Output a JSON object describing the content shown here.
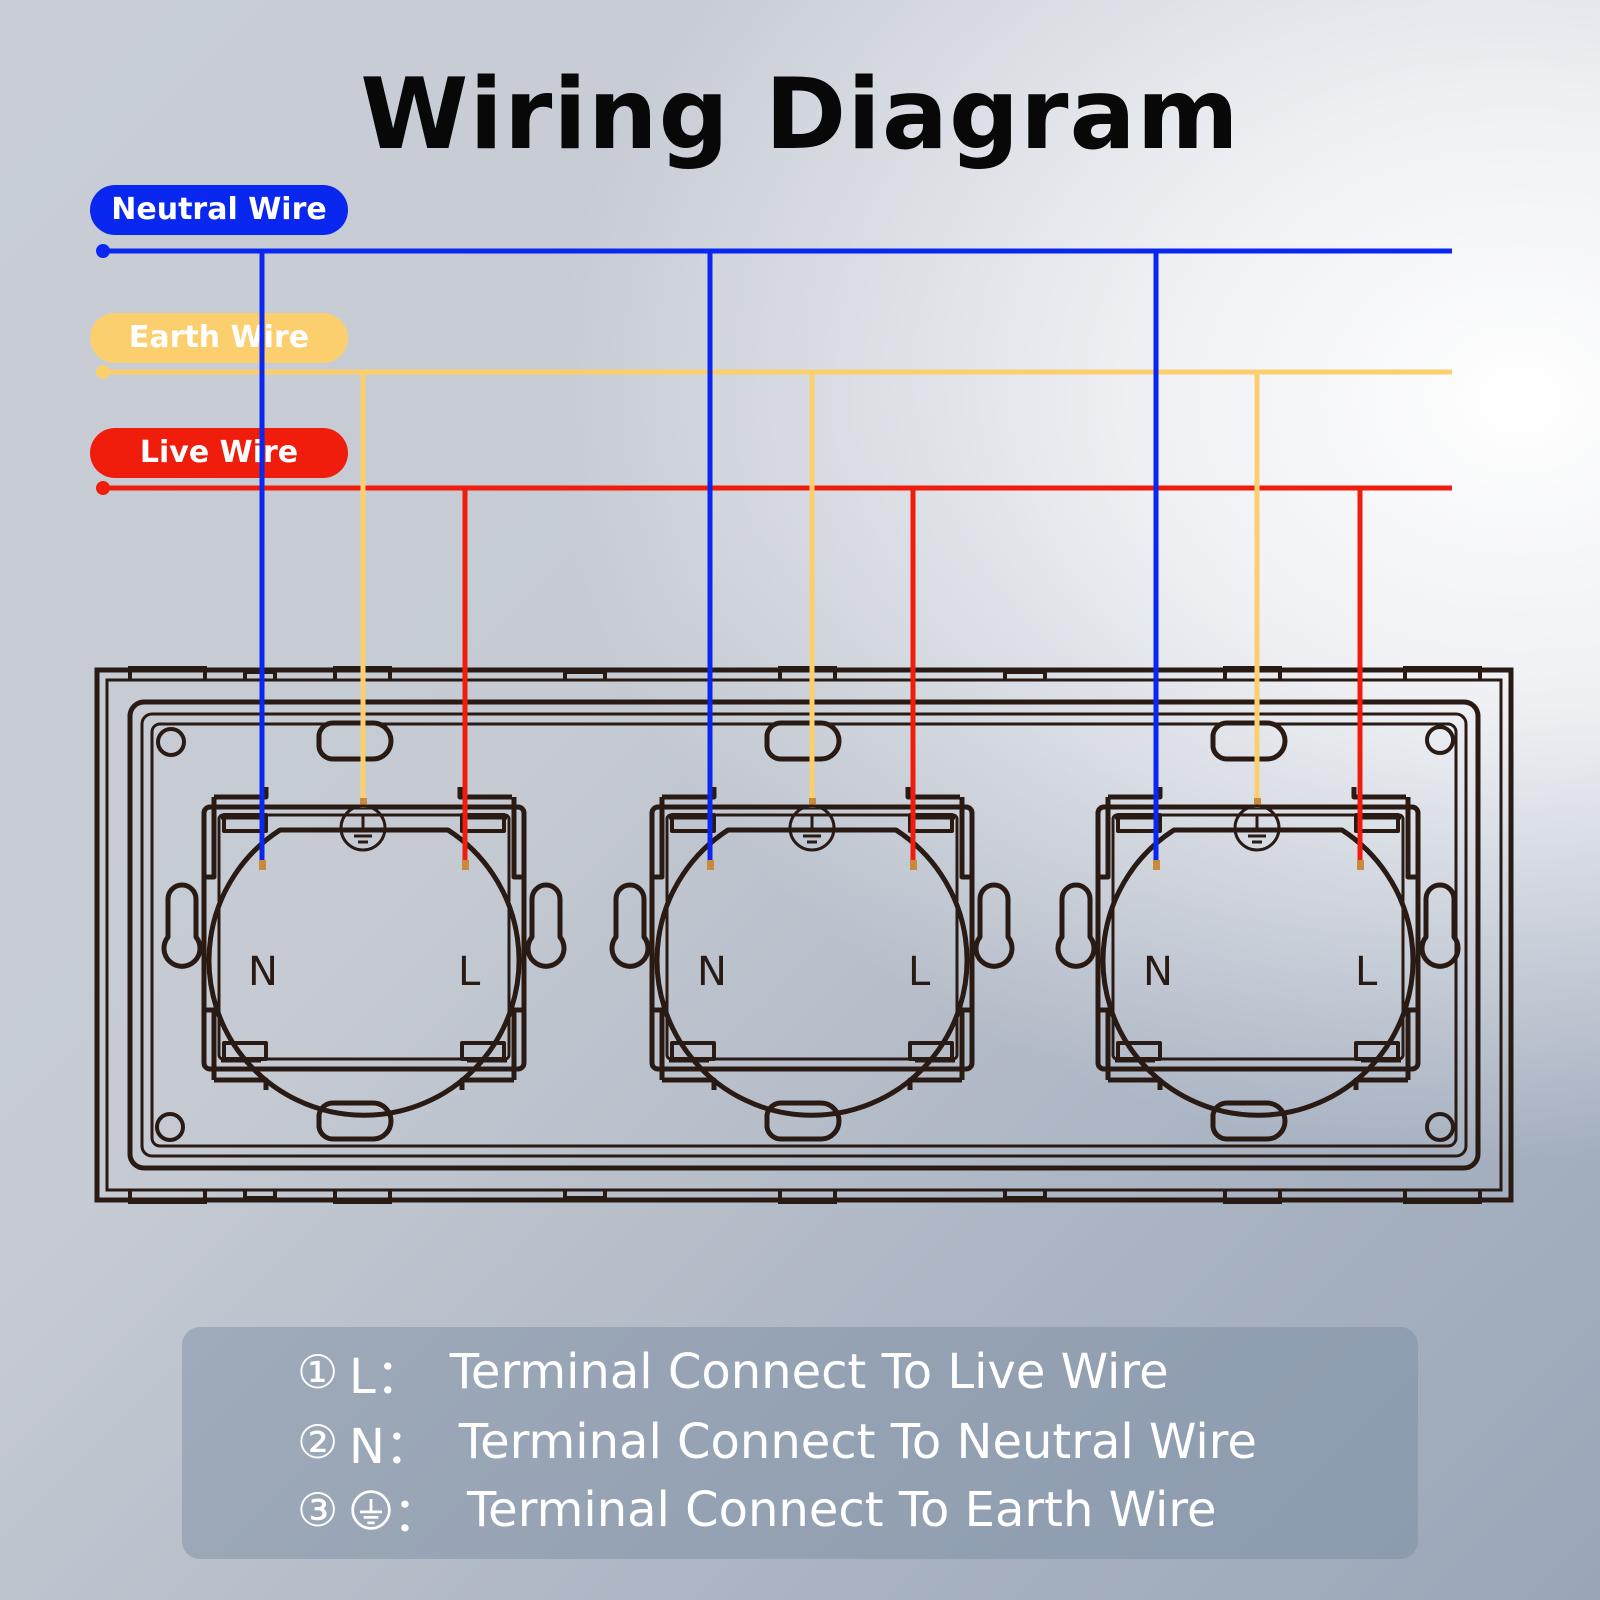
{
  "title": "Wiring Diagram",
  "legend": {
    "neutral": {
      "label": "Neutral Wire",
      "color": "#0a27f0"
    },
    "earth": {
      "label": "Earth Wire",
      "color": "#fccf6e"
    },
    "live": {
      "label": "Live Wire",
      "color": "#f01c0c"
    }
  },
  "sockets": [
    {
      "neutral_label": "N",
      "live_label": "L"
    },
    {
      "neutral_label": "N",
      "live_label": "L"
    },
    {
      "neutral_label": "N",
      "live_label": "L"
    }
  ],
  "notes": [
    {
      "number": "①",
      "key": "L：",
      "text": "Terminal Connect To Live Wire"
    },
    {
      "number": "②",
      "key": "N：",
      "text": "Terminal Connect To Neutral Wire"
    },
    {
      "number": "③",
      "key": "：",
      "key_icon": "earth-ground-icon",
      "text": "Terminal Connect To Earth Wire"
    }
  ]
}
